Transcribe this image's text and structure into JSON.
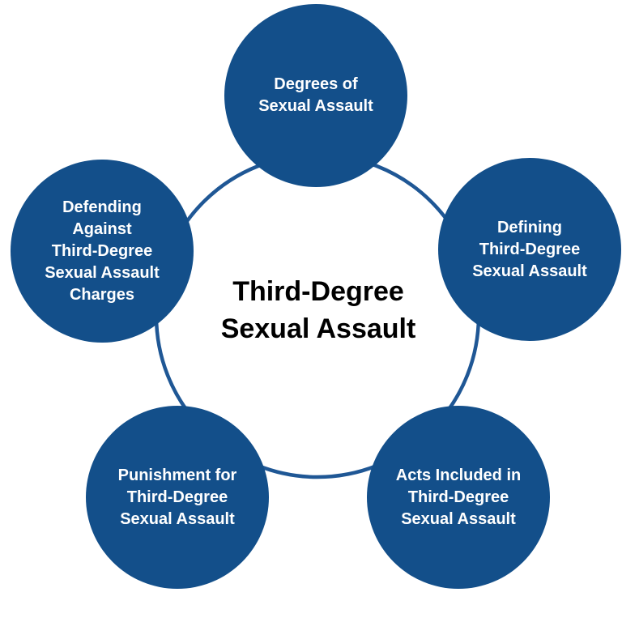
{
  "diagram": {
    "type": "cycle",
    "center": {
      "label": "Third-Degree Sexual Assault",
      "lines": [
        "Third-Degree",
        "Sexual Assault"
      ]
    },
    "nodes": [
      {
        "id": "degrees-of-sexual-assault",
        "position": "top",
        "label": "Degrees of Sexual Assault",
        "lines": [
          "Degrees of",
          "Sexual Assault"
        ]
      },
      {
        "id": "defining-third-degree-sexual-assault",
        "position": "right",
        "label": "Defining Third-Degree Sexual Assault",
        "lines": [
          "Defining",
          "Third-Degree",
          "Sexual Assault"
        ]
      },
      {
        "id": "acts-included-in-third-degree-sexual-assault",
        "position": "bottom-right",
        "label": "Acts Included in Third-Degree Sexual Assault",
        "lines": [
          "Acts Included in",
          "Third-Degree",
          "Sexual Assault"
        ]
      },
      {
        "id": "punishment-for-third-degree-sexual-assault",
        "position": "bottom-left",
        "label": "Punishment for Third-Degree Sexual Assault",
        "lines": [
          "Punishment for",
          "Third-Degree",
          "Sexual Assault"
        ]
      },
      {
        "id": "defending-against-third-degree-sexual-assault-charges",
        "position": "left",
        "label": "Defending Against Third-Degree Sexual Assault Charges",
        "lines": [
          "Defending",
          "Against",
          "Third-Degree",
          "Sexual Assault",
          "Charges"
        ]
      }
    ],
    "colors": {
      "circle_fill": "#134F8A",
      "ring_stroke": "#1F5795",
      "node_text": "#FFFFFF",
      "center_text": "#000000",
      "background": "#FFFFFF"
    }
  }
}
